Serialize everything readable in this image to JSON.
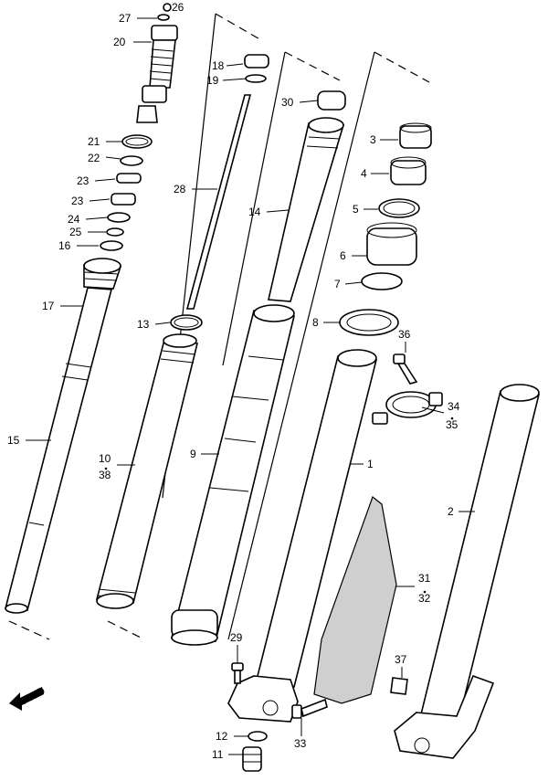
{
  "callouts": [
    {
      "key": "c27",
      "text": "27"
    },
    {
      "key": "c26",
      "text": "26"
    },
    {
      "key": "c20",
      "text": "20"
    },
    {
      "key": "c18",
      "text": "18"
    },
    {
      "key": "c19",
      "text": "19"
    },
    {
      "key": "c30",
      "text": "30"
    },
    {
      "key": "c3",
      "text": "3"
    },
    {
      "key": "c21",
      "text": "21"
    },
    {
      "key": "c22",
      "text": "22"
    },
    {
      "key": "c4",
      "text": "4"
    },
    {
      "key": "c23a",
      "text": "23"
    },
    {
      "key": "c28",
      "text": "28"
    },
    {
      "key": "c23b",
      "text": "23"
    },
    {
      "key": "c14",
      "text": "14"
    },
    {
      "key": "c5",
      "text": "5"
    },
    {
      "key": "c24",
      "text": "24"
    },
    {
      "key": "c25",
      "text": "25"
    },
    {
      "key": "c16",
      "text": "16"
    },
    {
      "key": "c6",
      "text": "6"
    },
    {
      "key": "c7",
      "text": "7"
    },
    {
      "key": "c17",
      "text": "17"
    },
    {
      "key": "c13",
      "text": "13"
    },
    {
      "key": "c8",
      "text": "8"
    },
    {
      "key": "c36",
      "text": "36"
    },
    {
      "key": "c34",
      "text": "34"
    },
    {
      "key": "c35",
      "text": "35"
    },
    {
      "key": "c15",
      "text": "15"
    },
    {
      "key": "c9",
      "text": "9"
    },
    {
      "key": "c10",
      "text": "10"
    },
    {
      "key": "c38",
      "text": "38"
    },
    {
      "key": "c1",
      "text": "1"
    },
    {
      "key": "c2",
      "text": "2"
    },
    {
      "key": "c31",
      "text": "31"
    },
    {
      "key": "c32",
      "text": "32"
    },
    {
      "key": "c29",
      "text": "29"
    },
    {
      "key": "c37",
      "text": "37"
    },
    {
      "key": "c33",
      "text": "33"
    },
    {
      "key": "c12",
      "text": "12"
    },
    {
      "key": "c11",
      "text": "11"
    }
  ],
  "fwd_badge": "FWD",
  "icons": {
    "direction": "fwd-arrow-icon"
  }
}
